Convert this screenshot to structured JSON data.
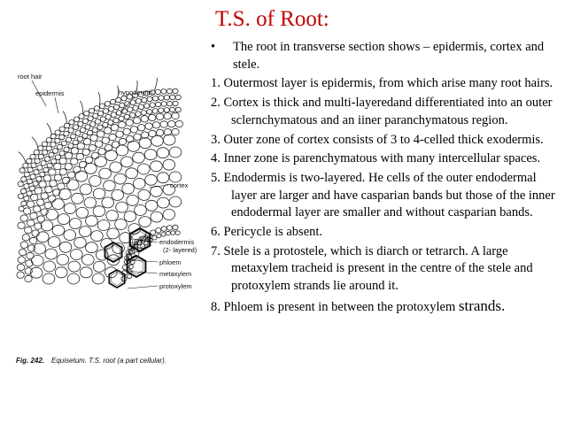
{
  "slide": {
    "title": "T.S. of Root:",
    "bullet_symbol": "•",
    "intro": "The root in transverse section shows – epidermis, cortex and stele.",
    "points": [
      "1. Outermost layer is epidermis, from which arise many root hairs.",
      "2. Cortex is thick and multi-layeredand differentiated into an outer sclernchymatous and an iiner paranchymatous region.",
      "3. Outer zone of cortex consists of 3 to 4-celled thick exodermis.",
      "4. Inner zone is parenchymatous with many intercellular spaces.",
      "5. Endodermis is two-layered. He cells of the outer endodermal layer are larger and have casparian bands but those of the inner endodermal layer are smaller and without casparian bands.",
      "6. Pericycle is absent.",
      "7. Stele is a protostele, which is diarch or tetrarch. A large metaxylem tracheid is present in the centre of the stele and protoxylem strands lie around it."
    ],
    "last_point_main": "8. Phloem is present in between the protoxylem ",
    "last_point_big": "strands."
  },
  "figure": {
    "labels": {
      "root_hair": "root hair",
      "epidermis": "epidermis",
      "hypodermis": "hypodermis.",
      "cortex": "cortex",
      "endodermis": "endodermis",
      "endodermis_note": "(2- layered)",
      "phloem": "phloem",
      "metaxylem": "metaxylem",
      "protoxylem": "protoxylem"
    },
    "caption_number": "Fig. 242.",
    "caption_text": "Equisetum. T.S. root (a part cellular)."
  }
}
